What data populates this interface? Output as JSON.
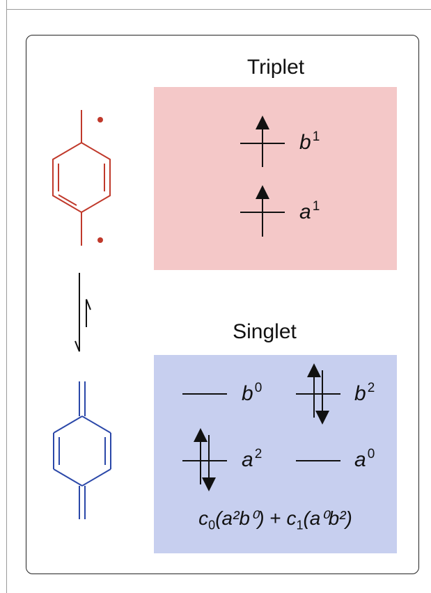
{
  "triplet": {
    "title": "Triplet",
    "fill": "#f4c8c8",
    "orbitals": [
      {
        "letter": "b",
        "occupancy": "1"
      },
      {
        "letter": "a",
        "occupancy": "1"
      }
    ]
  },
  "singlet": {
    "title": "Singlet",
    "fill": "#c7cfef",
    "orbitals": [
      {
        "letter": "b",
        "occupancy": "0"
      },
      {
        "letter": "b",
        "occupancy": "2"
      },
      {
        "letter": "a",
        "occupancy": "2"
      },
      {
        "letter": "a",
        "occupancy": "0"
      }
    ],
    "formula": {
      "c0": "c",
      "c0_sub": "0",
      "term1": "(a²b⁰)",
      "plus": "+",
      "c1": "c",
      "c1_sub": "1",
      "term2": "(a⁰b²)"
    }
  },
  "colors": {
    "diradical": "#c0392b",
    "quinoid": "#2a47a8",
    "ink": "#111111"
  }
}
